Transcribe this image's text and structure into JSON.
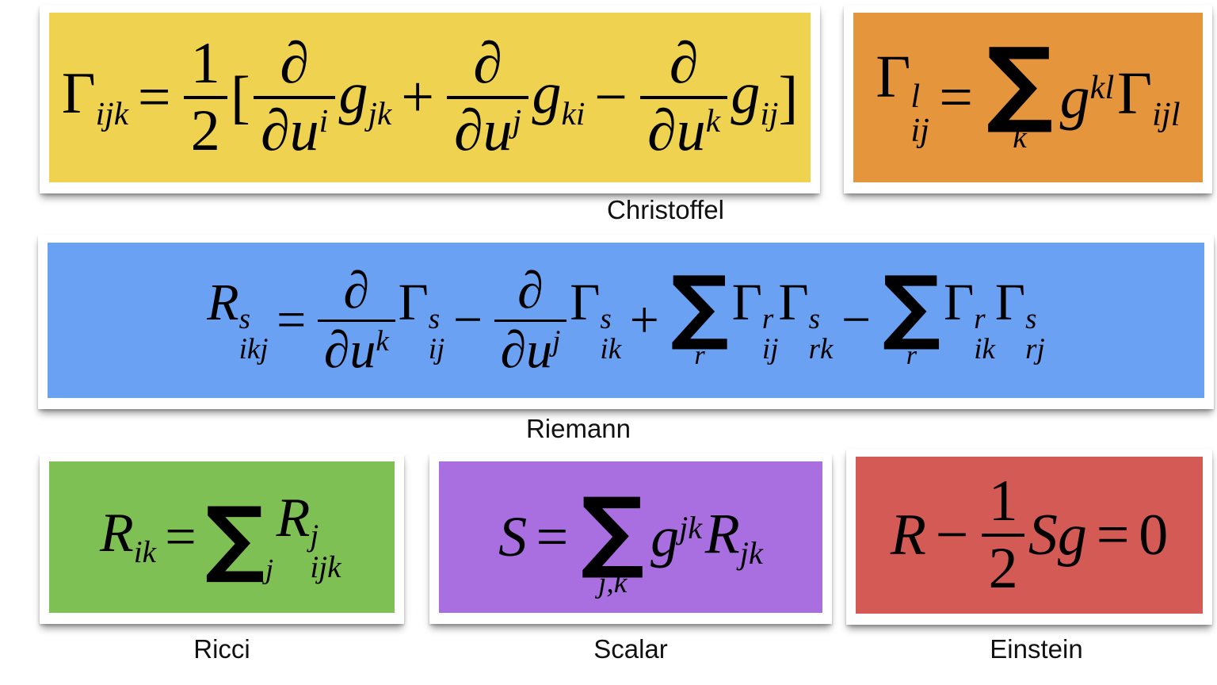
{
  "page": {
    "title": "Curvature tensor formula chain",
    "background": "#ffffff"
  },
  "colors": {
    "christoffel_lower": "#EFD24F",
    "christoffel_upper": "#E5953C",
    "riemann": "#6AA1F3",
    "ricci": "#7FC055",
    "scalar": "#A96FE0",
    "einstein": "#D45A55",
    "card_frame": "#FFFFFF",
    "text": "#000000"
  },
  "captions": {
    "christoffel": "Christoffel",
    "riemann": "Riemann",
    "ricci": "Ricci",
    "scalar": "Scalar",
    "einstein": "Einstein"
  },
  "formulas": {
    "christoffel_lower": {
      "id": "christoffel-lower",
      "latex": "\\Gamma_{ijk} = \\frac{1}{2}[\\frac{\\partial}{\\partial u^i}g_{jk} + \\frac{\\partial}{\\partial u^j}g_{ki} - \\frac{\\partial}{\\partial u^k}g_{ij}]",
      "plain": "Gamma_ijk = 1/2 [ d/du^i g_jk + d/du^j g_ki - d/du^k g_ij ]",
      "lhs": "Γ",
      "lhs_sub": "ijk",
      "equals": "=",
      "half_num": "1",
      "half_den": "2",
      "bracket_open": "[",
      "bracket_close": "]",
      "terms": [
        {
          "op": "",
          "d": "∂",
          "du": "∂u",
          "duIndex": "i",
          "g": "g",
          "gSub": "jk"
        },
        {
          "op": "+",
          "d": "∂",
          "du": "∂u",
          "duIndex": "j",
          "g": "g",
          "gSub": "ki"
        },
        {
          "op": "−",
          "d": "∂",
          "du": "∂u",
          "duIndex": "k",
          "g": "g",
          "gSub": "ij"
        }
      ]
    },
    "christoffel_upper": {
      "id": "christoffel-upper",
      "latex": "\\Gamma^{l}_{ij} = \\sum_{k} g^{kl}\\Gamma_{ijl}",
      "plain": "Gamma^l_ij = sum_k g^kl Gamma_ijl",
      "lhs": "Γ",
      "lhs_sup": "l",
      "lhs_sub": "ij",
      "equals": "=",
      "sigma": "∑",
      "sigma_limit": "k",
      "g": "g",
      "g_sup": "kl",
      "gamma": "Γ",
      "gamma_sub": "ijl"
    },
    "riemann": {
      "id": "riemann",
      "latex": "R^{s}_{ikj} = \\frac{\\partial}{\\partial u^k}\\Gamma^{s}_{ij} - \\frac{\\partial}{\\partial u^j}\\Gamma^{s}_{ik} + \\sum_{r}\\Gamma^{r}_{ij}\\Gamma^{s}_{rk} - \\sum_{r}\\Gamma^{r}_{ik}\\Gamma^{s}_{rj}",
      "plain": "R^s_ikj = d/du^k Gamma^s_ij - d/du^j Gamma^s_ik + sum_r Gamma^r_ij Gamma^s_rk - sum_r Gamma^r_ik Gamma^s_rj",
      "lhs": "R",
      "lhs_sup": "s",
      "lhs_sub": "ikj",
      "equals": "=",
      "d": "∂",
      "du": "∂u",
      "term1": {
        "duIndex": "k",
        "gamma": "Γ",
        "sup": "s",
        "sub": "ij"
      },
      "op1": "−",
      "term2": {
        "duIndex": "j",
        "gamma": "Γ",
        "sup": "s",
        "sub": "ik"
      },
      "op2": "+",
      "term3": {
        "sigma": "∑",
        "limit": "r",
        "g1": "Γ",
        "sup1": "r",
        "sub1": "ij",
        "g2": "Γ",
        "sup2": "s",
        "sub2": "rk"
      },
      "op3": "−",
      "term4": {
        "sigma": "∑",
        "limit": "r",
        "g1": "Γ",
        "sup1": "r",
        "sub1": "ik",
        "g2": "Γ",
        "sup2": "s",
        "sub2": "rj"
      }
    },
    "ricci": {
      "id": "ricci",
      "latex": "R_{ik} = \\sum_{j} R^{j}_{ijk}",
      "plain": "R_ik = sum_j R^j_ijk",
      "lhs": "R",
      "lhs_sub": "ik",
      "equals": "=",
      "sigma": "∑",
      "sigma_limit": "j",
      "rhs": "R",
      "rhs_sup": "j",
      "rhs_sub": "ijk"
    },
    "scalar": {
      "id": "scalar",
      "latex": "S = \\sum_{j,k} g^{jk}R_{jk}",
      "plain": "S = sum_{j,k} g^jk R_jk",
      "lhs": "S",
      "equals": "=",
      "sigma": "∑",
      "sigma_limit": "j,k",
      "g": "g",
      "g_sup": "jk",
      "r": "R",
      "r_sub": "jk"
    },
    "einstein": {
      "id": "einstein",
      "latex": "R - \\frac{1}{2}Sg = 0",
      "plain": "R - 1/2 S g = 0",
      "lhs": "R",
      "minus": "−",
      "half_num": "1",
      "half_den": "2",
      "s": "S",
      "g": "g",
      "equals": "=",
      "rhs": "0"
    }
  }
}
